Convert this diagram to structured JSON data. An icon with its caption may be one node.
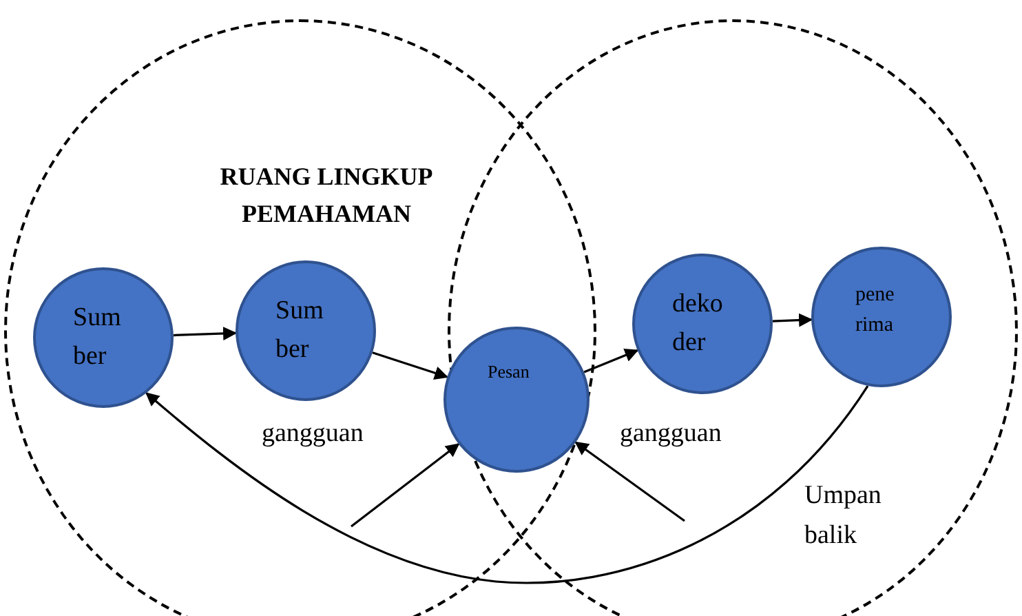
{
  "diagram": {
    "nodes": [
      {
        "text": [
          "Sum ber"
        ]
      },
      {
        "text": [
          "Sum ber"
        ]
      },
      {
        "text": [
          "Pesan"
        ]
      },
      {
        "text": [
          "deko der"
        ]
      },
      {
        "text": [
          "pene rima"
        ]
      }
    ],
    "edges": [
      {
        "from": 0,
        "to": 1,
        "arrow": "to"
      },
      {
        "from": 1,
        "to": 2,
        "arrow": "to"
      },
      {
        "from": 2,
        "to": 3,
        "arrow": "to"
      },
      {
        "from": 3,
        "to": 4,
        "arrow": "to"
      },
      {
        "from": null,
        "to": 2,
        "arrow": "to"
      },
      {
        "from": null,
        "to": 2,
        "arrow": "to"
      },
      {
        "from": 4,
        "to": 0,
        "arrow": "to",
        "label": "Umpan balik"
      }
    ],
    "labels": [
      "RUANG LINGKUP PEMAHAMAN",
      "gangguan",
      "gangguan"
    ]
  }
}
